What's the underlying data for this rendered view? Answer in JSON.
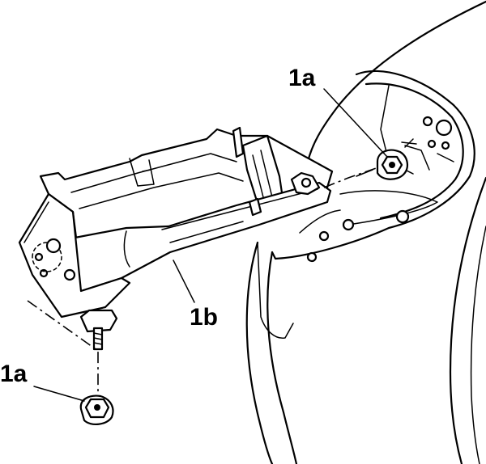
{
  "labels": {
    "nut_upper": "1a",
    "nut_lower": "1a",
    "bracket": "1b"
  }
}
